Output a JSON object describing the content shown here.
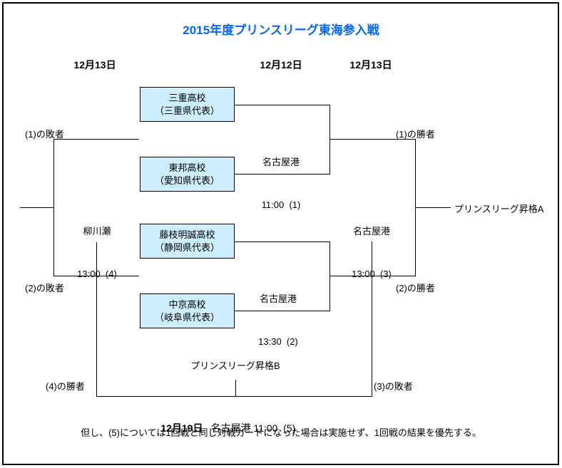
{
  "title": "2015年度プリンスリーグ東海参入戦",
  "round_dates": {
    "left": "12月13日",
    "middle": "12月12日",
    "right": "12月13日"
  },
  "teams": [
    {
      "name": "三重高校",
      "rep": "（三重県代表）"
    },
    {
      "name": "東邦高校",
      "rep": "（愛知県代表）"
    },
    {
      "name": "藤枝明誠高校",
      "rep": "（静岡県代表）"
    },
    {
      "name": "中京高校",
      "rep": "（岐阜県代表）"
    }
  ],
  "matches": {
    "m1": {
      "venue": "名古屋港",
      "time": "11:00  (1)"
    },
    "m2": {
      "venue": "名古屋港",
      "time": "13:30  (2)"
    },
    "m3": {
      "venue": "名古屋港",
      "time": "13:00  (3)"
    },
    "m4": {
      "venue": "柳川瀬",
      "time": "13:00  (4)"
    }
  },
  "connector_labels": {
    "loser1": "(1)の敗者",
    "loser2": "(2)の敗者",
    "winner1": "(1)の勝者",
    "winner2": "(2)の勝者",
    "winner4": "(4)の勝者",
    "loser3": "(3)の敗者"
  },
  "promotions": {
    "a": "プリンスリーグ昇格A",
    "b": "プリンスリーグ昇格B"
  },
  "final_match": {
    "date": "12月19日",
    "venue_time": "名古屋港 11:00  (5)"
  },
  "note": "但し、(5)については1回戦と同じ対戦カードになった場合は実施せず、1回戦の結果を優先する。",
  "colors": {
    "title_blue": "#0066ff",
    "team_box_fill": "#cceeff",
    "line_black": "#000000"
  }
}
